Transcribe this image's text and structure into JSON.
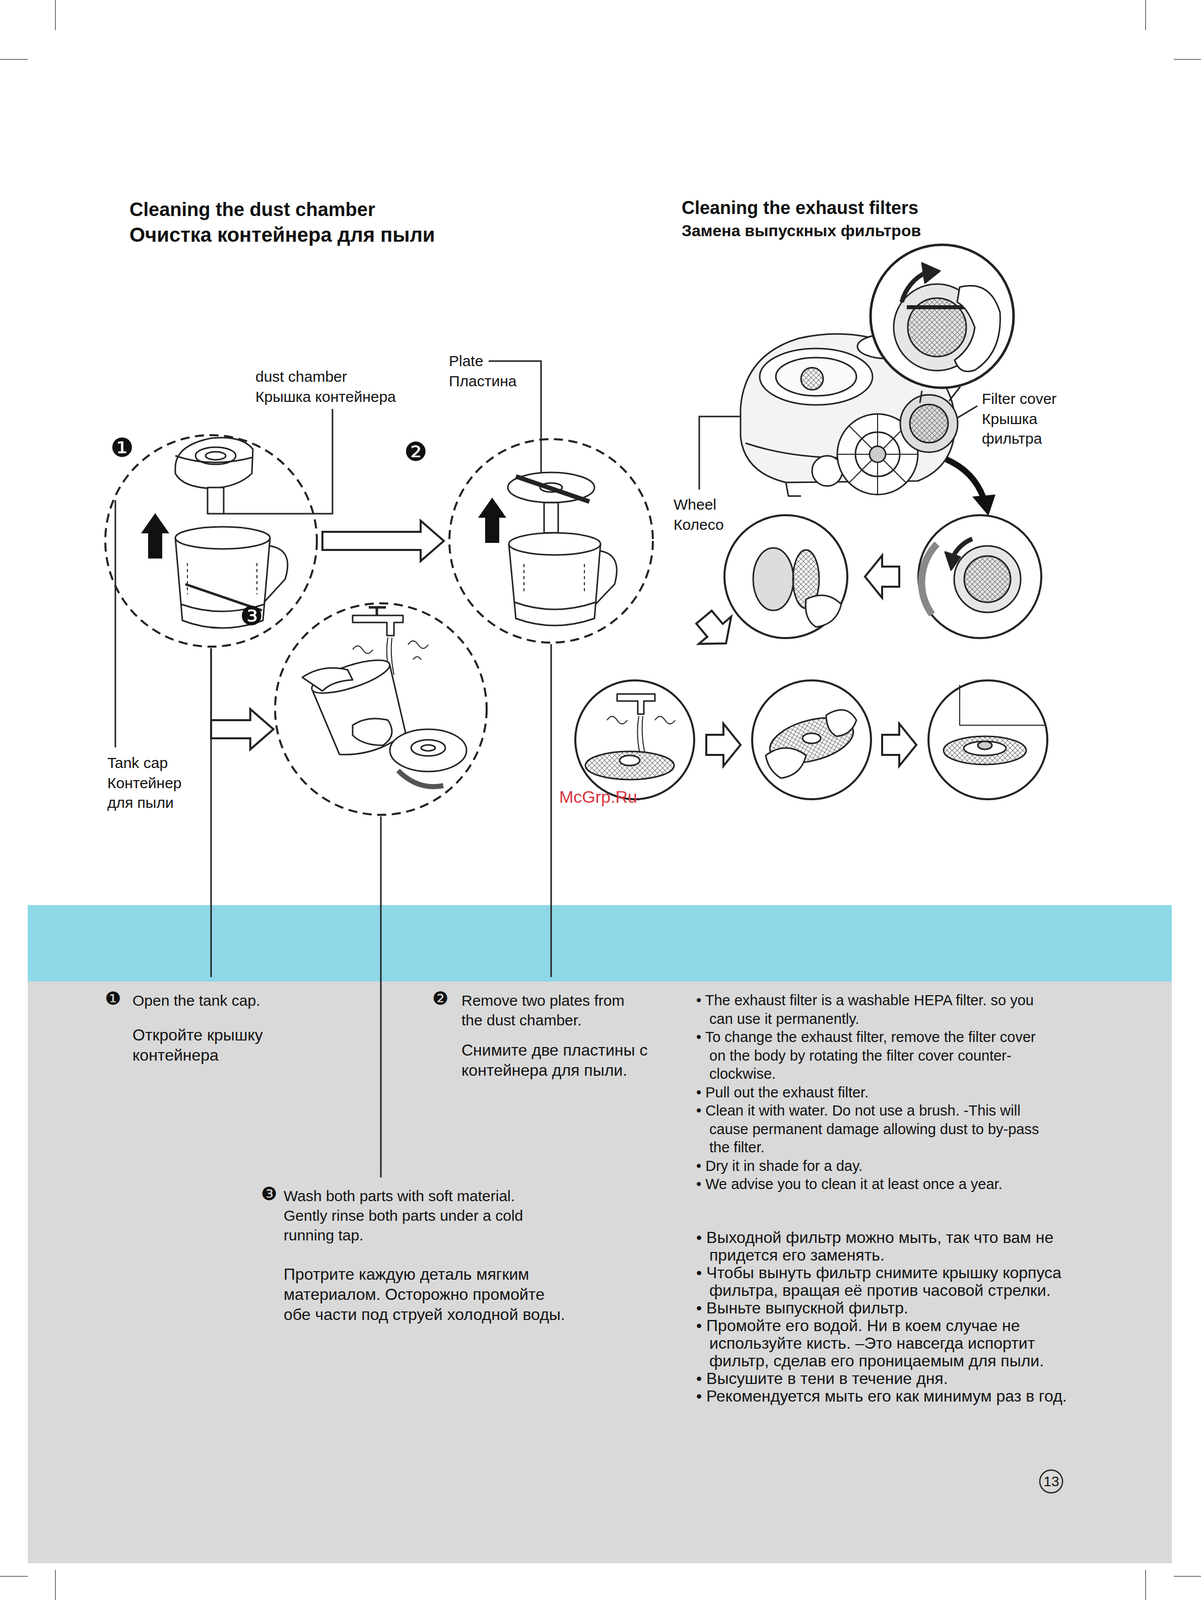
{
  "diagram": {
    "nodes": [
      {
        "text": [
          "❶"
        ]
      },
      {
        "text": [
          "❷"
        ]
      },
      {
        "text": [
          "❸"
        ]
      },
      {
        "text": [
          "13"
        ]
      }
    ],
    "edges": [
      {
        "from": 0,
        "to": 1,
        "arrow": "to"
      },
      {
        "from": 0,
        "to": 2,
        "arrow": "to"
      }
    ],
    "labels": [
      "Cleaning the dust chamber",
      "Очистка контейнера для пыли",
      "Cleaning the exhaust filters",
      "Замена выпускных фильтров",
      "dust chamber",
      "Крышка контейнера",
      "Plate",
      "Пластина",
      "Filter cover",
      "Крышка фильтра",
      "Wheel",
      "Колесо",
      "Tank cap",
      "Контейнер для пыли",
      "McGrp.Ru",
      "❶",
      "Open the tank cap.",
      "Откройте крышку контейнера",
      "❷",
      "Remove two plates from the dust chamber.",
      "Снимите две пластины с контейнера для пыли.",
      "❸",
      "Wash both parts with soft material. Gently rinse both parts under a cold running tap.",
      "Протрите каждую деталь мягким материалом. Осторожно промойте обе части под струей холодной воды.",
      "• The exhaust filter is a washable HEPA filter. so you can use it permanently.",
      "• To change the exhaust filter, remove the filter cover on the body by rotating the filter cover counter-clockwise.",
      "• Pull out the exhaust filter.",
      "• Clean it with water. Do not use a brush. -This will cause permanent damage allowing dust to by-pass the filter.",
      "• Dry it in shade for a day.",
      "• We advise you to clean it at least once a year.",
      "• Выходной фильтр можно мыть, так что вам не придется его заменять.",
      "• Чтобы вынуть фильтр снимите крышку корпуса фильтра, вращая её против часовой стрелки.",
      "• Выньте выпускной фильтр.",
      "• Промойте его водой. Ни в коем случае не используйте кисть. –Это навсегда испортит фильтр, сделав его проницаемым для пыли.",
      "• Высушите в тени в течение дня.",
      "• Рекомендуется мыть его как минимум раз в год."
    ]
  }
}
